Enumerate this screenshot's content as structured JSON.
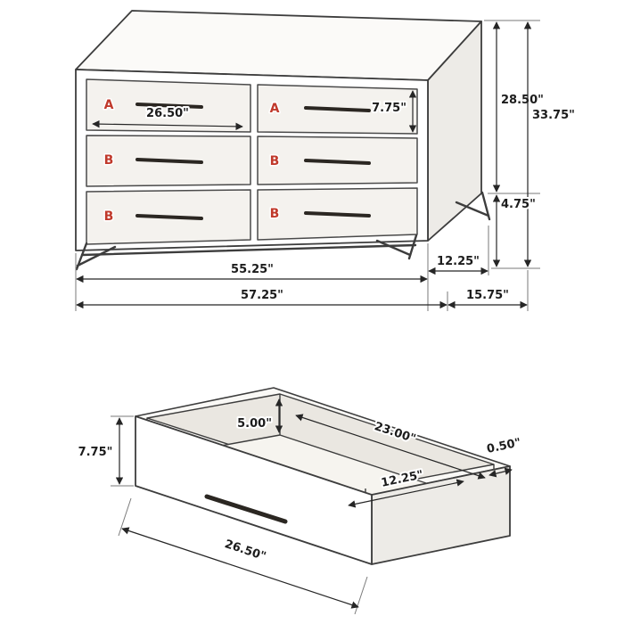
{
  "figure": {
    "type": "technical-dimension-diagram",
    "subject": "6-drawer dresser with single drawer detail"
  },
  "colors": {
    "line": "#3d3d3d",
    "dimension_text": "#1c1c1c",
    "label_red": "#c0392b",
    "drawer_fill": "#f4f2ee",
    "side_fill": "#edebe7",
    "background": "#ffffff"
  },
  "dresser_view": {
    "drawer_labels": [
      "A",
      "A",
      "B",
      "B",
      "B",
      "B"
    ],
    "dims": {
      "drawer_width": "26.50\"",
      "drawer_height": "7.75\"",
      "case_height": "28.50\"",
      "total_height": "33.75\"",
      "leg_height": "4.75\"",
      "case_width": "55.25\"",
      "side_depth": "12.25\"",
      "total_width": "57.25\"",
      "total_depth": "15.75\""
    }
  },
  "drawer_view": {
    "dims": {
      "front_height": "7.75\"",
      "box_inner_height": "5.00\"",
      "box_inner_width": "23.00\"",
      "box_inner_depth": "12.25\"",
      "panel_thickness": "0.50\"",
      "front_width": "26.50\""
    }
  }
}
